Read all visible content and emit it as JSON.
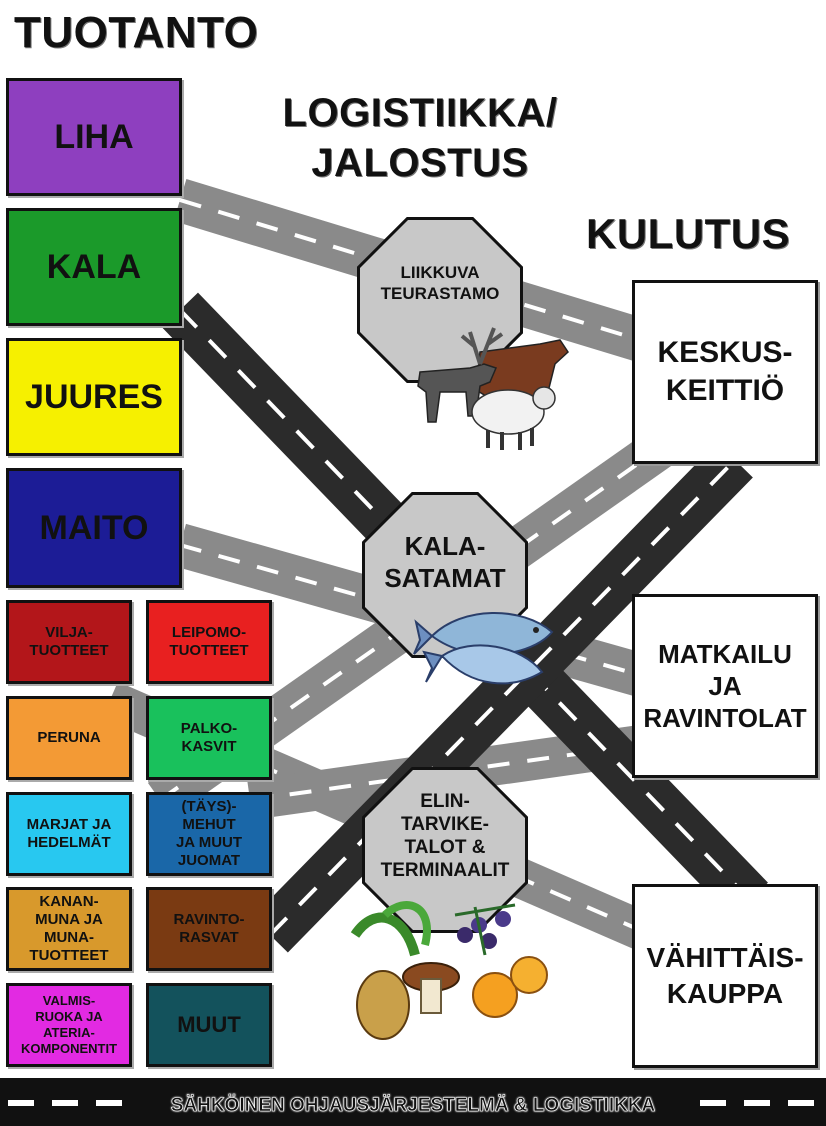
{
  "headings": {
    "production": "TUOTANTO",
    "logistics": "LOGISTIIKKA/\nJALOSTUS",
    "consumption": "KULUTUS"
  },
  "production_large": [
    {
      "label": "LIHA",
      "color": "#8e3fbf"
    },
    {
      "label": "KALA",
      "color": "#1b9a2a"
    },
    {
      "label": "JUURES",
      "color": "#f6f000"
    },
    {
      "label": "MAITO",
      "color": "#1c1c96"
    }
  ],
  "production_small": [
    {
      "label": "VILJA-\nTUOTTEET",
      "color": "#b3161a"
    },
    {
      "label": "LEIPOMO-\nTUOTTEET",
      "color": "#e82020"
    },
    {
      "label": "PERUNA",
      "color": "#f39a35"
    },
    {
      "label": "PALKO-\nKASVIT",
      "color": "#19c15c"
    },
    {
      "label": "MARJAT JA\nHEDELMÄT",
      "color": "#28c8f0"
    },
    {
      "label": "(TÄYS)-\nMEHUT\nJA MUUT\nJUOMAT",
      "color": "#1a67a8"
    },
    {
      "label": "KANAN-\nMUNA JA\nMUNA-\nTUOTTEET",
      "color": "#d8992c"
    },
    {
      "label": "RAVINTO-\nRASVAT",
      "color": "#7a3a12"
    },
    {
      "label": "VALMIS-\nRUOKA JA\nATERIA-\nKOMPONENTIT",
      "color": "#e22ae2"
    },
    {
      "label": "MUUT",
      "color": "#13525c"
    }
  ],
  "hubs": [
    {
      "label": "LIIKKUVA\nTEURASTAMO",
      "icon": "livestock-icon"
    },
    {
      "label": "KALA-\nSATAMAT",
      "icon": "fish-icon"
    },
    {
      "label": "ELIN-\nTARVIKE-\nTALOT &\nTERMINAALIT",
      "icon": "produce-icon"
    }
  ],
  "consumers": [
    {
      "label": "KESKUS-\nKEITTIÖ"
    },
    {
      "label": "MATKAILU\nJA\nRAVINTOLAT"
    },
    {
      "label": "VÄHITTÄIS-\nKAUPPA"
    }
  ],
  "footer": {
    "label": "SÄHKÖINEN OHJAUSJÄRJESTELMÄ & LOGISTIIKKA"
  },
  "colors": {
    "road_dark": "#2b2b2b",
    "road_light": "#8a8a8a",
    "hub_fill": "#c8c8c8"
  }
}
